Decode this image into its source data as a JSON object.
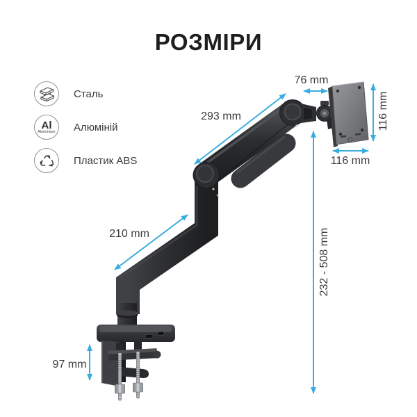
{
  "header": {
    "title": "РОЗМІРИ"
  },
  "materials": {
    "items": [
      {
        "icon": "steel-beam-icon",
        "label": "Сталь"
      },
      {
        "icon": "aluminium-icon",
        "label": "Алюміній",
        "symbol": "Al",
        "symbol_caption": "Aluminium"
      },
      {
        "icon": "recycle-icon",
        "label": "Пластик ABS"
      }
    ]
  },
  "diagram": {
    "dimensions": {
      "head_depth": "76 mm",
      "upper_arm_length": "293 mm",
      "vesa_plate_height": "116 mm",
      "vesa_plate_width": "116 mm",
      "lower_arm_length": "210 mm",
      "height_adjustment_range": "232 - 508 mm",
      "clamp_height": "97 mm"
    }
  },
  "colors": {
    "accent": "#3aade0",
    "dimension_text": "#3c3c3c",
    "title_text": "#1e1e1e",
    "background": "#ffffff"
  }
}
